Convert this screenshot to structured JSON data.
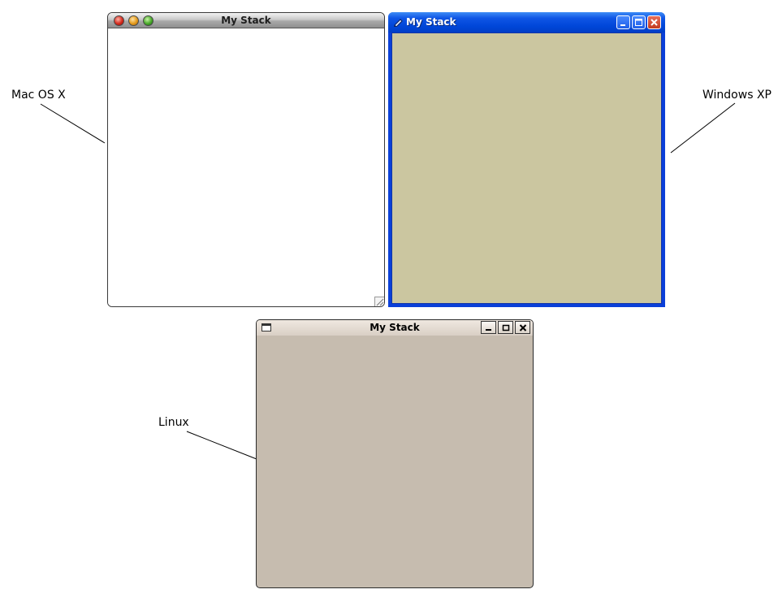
{
  "callouts": {
    "mac": "Mac OS X",
    "windows": "Windows XP",
    "linux": "Linux"
  },
  "windows": {
    "mac": {
      "title": "My Stack",
      "buttons": [
        "close-button",
        "minimize-button",
        "zoom-button"
      ],
      "content_color": "#ffffff"
    },
    "xp": {
      "title": "My Stack",
      "buttons": [
        "minimize-button",
        "maximize-button",
        "close-button"
      ],
      "titlebar_color": "#0046d8",
      "content_color": "#cbc6a0"
    },
    "linux": {
      "title": "My Stack",
      "buttons": [
        "minimize-button",
        "maximize-button",
        "close-button"
      ],
      "content_color": "#c6bcaf"
    }
  }
}
